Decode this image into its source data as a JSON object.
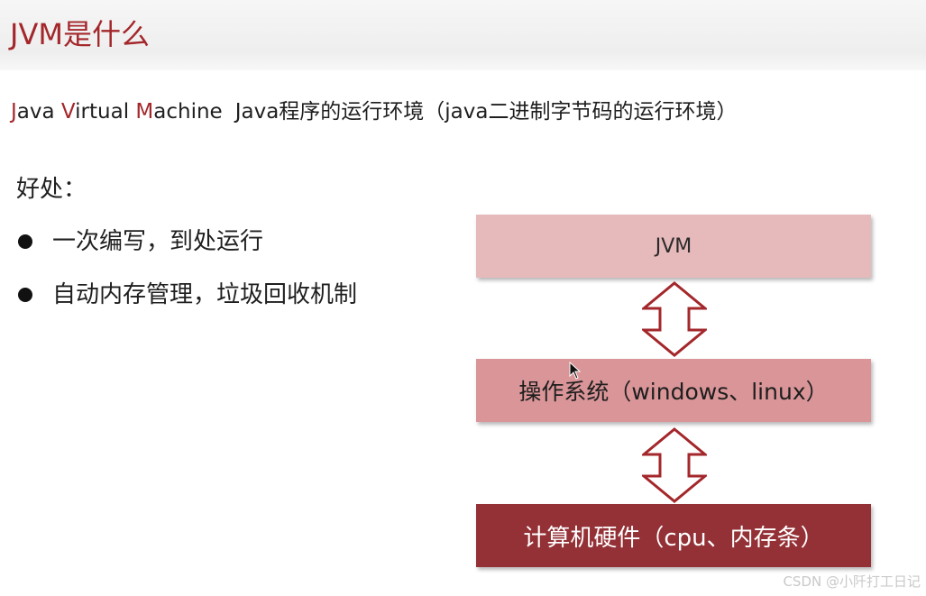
{
  "header": {
    "title": "JVM是什么"
  },
  "subtitle": {
    "word1_initial": "J",
    "word1_rest": "ava",
    "word2_initial": "V",
    "word2_rest": "irtual",
    "word3_initial": "M",
    "word3_rest": "achine",
    "description": "Java程序的运行环境（java二进制字节码的运行环境）"
  },
  "benefits": {
    "label": "好处：",
    "items": [
      "一次编写，到处运行",
      "自动内存管理，垃圾回收机制"
    ]
  },
  "diagram": {
    "layers": {
      "jvm": "JVM",
      "os": "操作系统（windows、linux）",
      "hardware": "计算机硬件（cpu、内存条）"
    }
  },
  "watermark": "CSDN @小阡打工日记",
  "colors": {
    "accent": "#a3272b",
    "jvm_box": "#e6b9bb",
    "os_box": "#d99598",
    "hardware_box": "#943136",
    "arrow_stroke": "#a3272b"
  }
}
